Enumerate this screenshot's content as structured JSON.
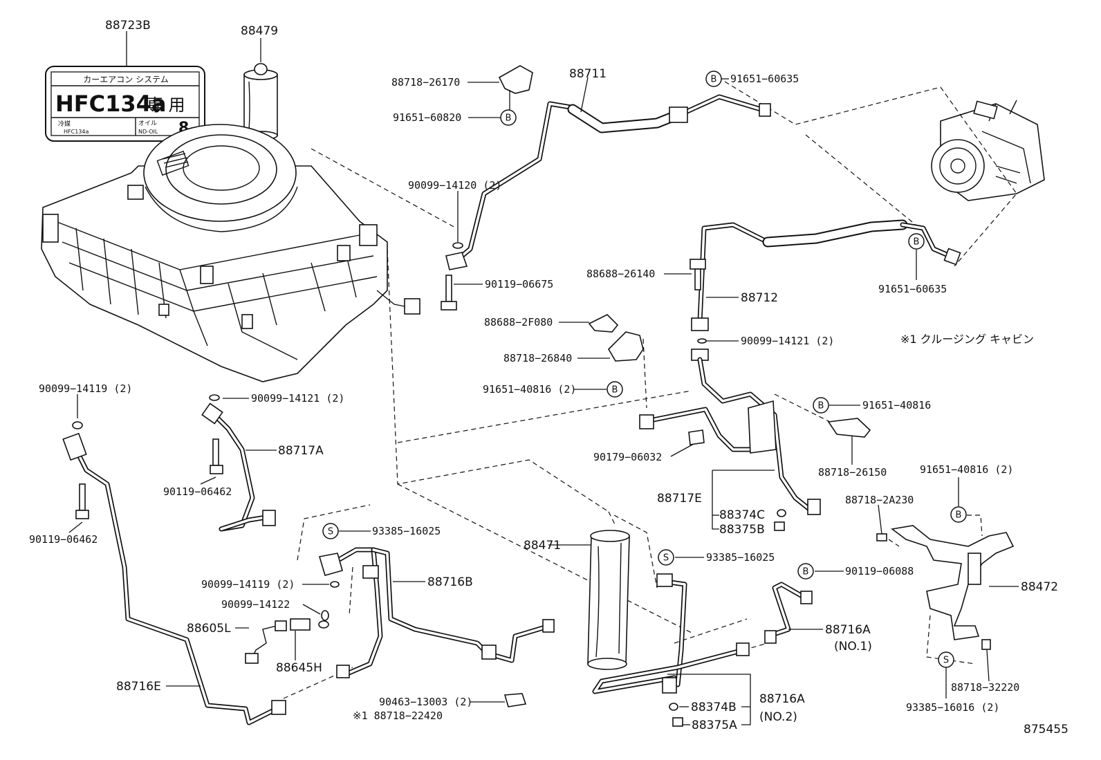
{
  "label_box": {
    "line1": "カーエアコン システム",
    "main": "HFC134a",
    "main_suffix": "専 用",
    "refrigerant_label": "冷媒",
    "refrigerant_value": "HFC134a",
    "oil_label": "オイル",
    "oil_value": "ND-OIL",
    "oil_number": "8"
  },
  "note_cruising_cabin": "※1 クルージング キャビン",
  "diagram_id": "875455",
  "badges": {
    "b": "B",
    "s": "S"
  },
  "parts": {
    "p88723B": "88723B",
    "p88479": "88479",
    "p88718_26170": "88718−26170",
    "p91651_60820": "91651−60820",
    "p88711": "88711",
    "p91651_60635_top": "91651−60635",
    "p90099_14120": "90099−14120 (2)",
    "p90119_06675": "90119−06675",
    "p88688_26140": "88688−26140",
    "p88712": "88712",
    "p91651_60635_right": "91651−60635",
    "p88688_2F080": "88688−2F080",
    "p90099_14121_mid": "90099−14121 (2)",
    "p88718_26840": "88718−26840",
    "p91651_40816_2_left": "91651−40816 (2)",
    "p91651_40816": "91651−40816",
    "p90179_06032": "90179−06032",
    "p88718_26150": "88718−26150",
    "p90099_14119_left": "90099−14119 (2)",
    "p90099_14121_left": "90099−14121 (2)",
    "p88717A": "88717A",
    "p90119_06462_a": "90119−06462",
    "p90119_06462_b": "90119−06462",
    "p88717E": "88717E",
    "p88374C": "88374C",
    "p88375B": "88375B",
    "p91651_40816_2_right": "91651−40816 (2)",
    "p88718_2A230": "88718−2A230",
    "p93385_16025_a": "93385−16025",
    "p88471": "88471",
    "p93385_16025_b": "93385−16025",
    "p90099_14119_mid": "90099−14119 (2)",
    "p88716B": "88716B",
    "p90119_06088": "90119−06088",
    "p88472": "88472",
    "p90099_14122": "90099−14122",
    "p88605L": "88605L",
    "p88645H": "88645H",
    "p88716A_no1": "88716A",
    "p88716A_no1_sub": "(NO.1)",
    "p88716E": "88716E",
    "p90463_13003": "90463−13003 (2)",
    "p88718_22420": "※1  88718−22420",
    "p88374B": "88374B",
    "p88716A_no2": "88716A",
    "p88716A_no2_sub": "(NO.2)",
    "p88375A": "88375A",
    "p93385_16016": "93385−16016 (2)",
    "p88718_32220": "88718−32220"
  }
}
